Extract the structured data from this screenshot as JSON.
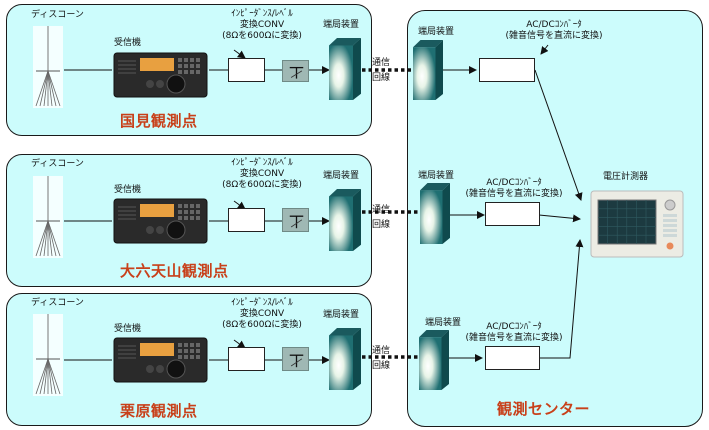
{
  "sites": [
    {
      "title": "国見観測点",
      "antenna_label": "ディスコーン",
      "receiver_label": "受信機",
      "converter_label_lines": [
        "ｲﾝﾋﾟｰﾀﾞﾝｽ/ﾚﾍﾞﾙ",
        "変換CONV",
        "(8Ωを600Ωに変換)"
      ],
      "terminal_label": "端局装置",
      "line_label_lines": [
        "通信",
        "回線"
      ]
    },
    {
      "title": "大六天山観測点",
      "antenna_label": "ディスコーン",
      "receiver_label": "受信機",
      "converter_label_lines": [
        "ｲﾝﾋﾟｰﾀﾞﾝｽ/ﾚﾍﾞﾙ",
        "変換CONV",
        "(8Ωを600Ωに変換)"
      ],
      "terminal_label": "端局装置",
      "line_label_lines": [
        "通信",
        "回線"
      ]
    },
    {
      "title": "栗原観測点",
      "antenna_label": "ディスコーン",
      "receiver_label": "受信機",
      "converter_label_lines": [
        "ｲﾝﾋﾟｰﾀﾞﾝｽ/ﾚﾍﾞﾙ",
        "変換CONV",
        "(8Ωを600Ωに変換)"
      ],
      "terminal_label": "端局装置",
      "line_label_lines": [
        "通信",
        "回線"
      ]
    }
  ],
  "center": {
    "title": "観測センター",
    "terminal_label": "端局装置",
    "acdc_label_lines": [
      "AC/DCｺﾝﾊﾞｰﾀ",
      "(雑音信号を直流に変換)"
    ],
    "meter_label": "電圧計測器"
  },
  "colors": {
    "panel_fill": "#ccfcfc",
    "site_title": "#c8401a",
    "terminal_body": "#1f6f72",
    "filter_box": "#9fb8b4"
  }
}
